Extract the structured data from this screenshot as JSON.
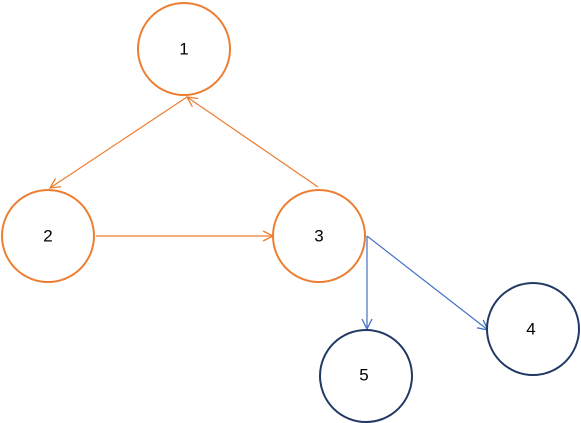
{
  "diagram": {
    "nodes": [
      {
        "id": "1",
        "label": "1",
        "group": "cycle"
      },
      {
        "id": "2",
        "label": "2",
        "group": "cycle"
      },
      {
        "id": "3",
        "label": "3",
        "group": "cycle"
      },
      {
        "id": "4",
        "label": "4",
        "group": "other"
      },
      {
        "id": "5",
        "label": "5",
        "group": "other"
      }
    ],
    "edges": [
      {
        "from": "1",
        "to": "2",
        "color": "#ED7D31"
      },
      {
        "from": "2",
        "to": "3",
        "color": "#ED7D31"
      },
      {
        "from": "3",
        "to": "1",
        "color": "#ED7D31"
      },
      {
        "from": "3",
        "to": "5",
        "color": "#4472C4"
      },
      {
        "from": "3",
        "to": "4",
        "color": "#4472C4"
      }
    ],
    "colors": {
      "cycle": "#ED7D31",
      "other": "#203864"
    }
  }
}
